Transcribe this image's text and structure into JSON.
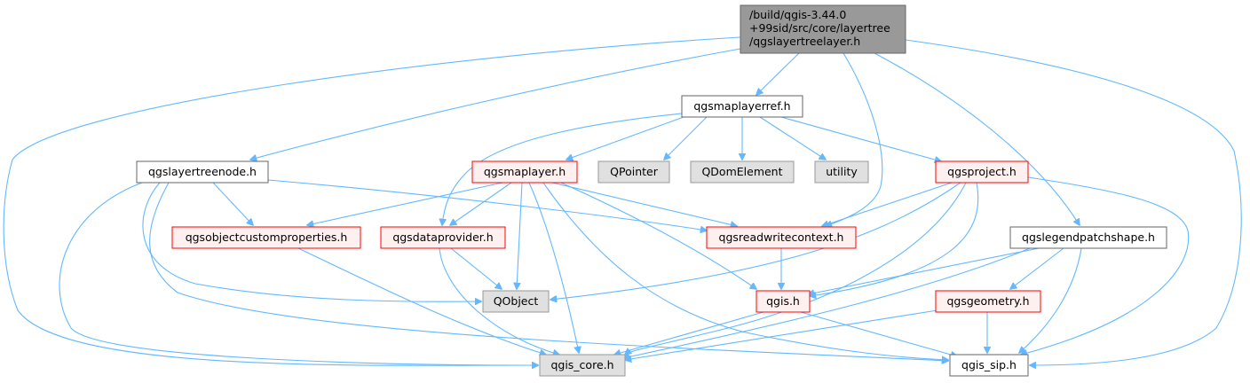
{
  "colors": {
    "edge": "#63b8ff",
    "node_root_fill": "#999999",
    "node_root_border": "#666666",
    "node_plain_fill": "#ffffff",
    "node_plain_border": "#666666",
    "node_red_fill": "#fff0f0",
    "node_red_border": "#ff0000",
    "node_ext_fill": "#e0e0e0",
    "node_ext_border": "#999999"
  },
  "nodes": {
    "root": {
      "lines": [
        "/build/qgis-3.44.0",
        "+99sid/src/core/layertree",
        "/qgslayertreelayer.h"
      ],
      "style": "root"
    },
    "qgsmaplayerref": {
      "lines": [
        "qgsmaplayerref.h"
      ],
      "style": "plain"
    },
    "qgslayertreenode": {
      "lines": [
        "qgslayertreenode.h"
      ],
      "style": "plain"
    },
    "qgsmaplayer": {
      "lines": [
        "qgsmaplayer.h"
      ],
      "style": "red"
    },
    "qpointer": {
      "lines": [
        "QPointer"
      ],
      "style": "ext"
    },
    "qdomelement": {
      "lines": [
        "QDomElement"
      ],
      "style": "ext"
    },
    "utility": {
      "lines": [
        "utility"
      ],
      "style": "ext"
    },
    "qgsproject": {
      "lines": [
        "qgsproject.h"
      ],
      "style": "red"
    },
    "qgsobjectcustomproperties": {
      "lines": [
        "qgsobjectcustomproperties.h"
      ],
      "style": "red"
    },
    "qgsdataprovider": {
      "lines": [
        "qgsdataprovider.h"
      ],
      "style": "red"
    },
    "qgsreadwritecontext": {
      "lines": [
        "qgsreadwritecontext.h"
      ],
      "style": "red"
    },
    "qgslegendpatchshape": {
      "lines": [
        "qgslegendpatchshape.h"
      ],
      "style": "plain"
    },
    "qobject": {
      "lines": [
        "QObject"
      ],
      "style": "ext"
    },
    "qgis": {
      "lines": [
        "qgis.h"
      ],
      "style": "red"
    },
    "qgsgeometry": {
      "lines": [
        "qgsgeometry.h"
      ],
      "style": "red"
    },
    "qgis_core": {
      "lines": [
        "qgis_core.h"
      ],
      "style": "ext"
    },
    "qgis_sip": {
      "lines": [
        "qgis_sip.h"
      ],
      "style": "plain"
    }
  }
}
